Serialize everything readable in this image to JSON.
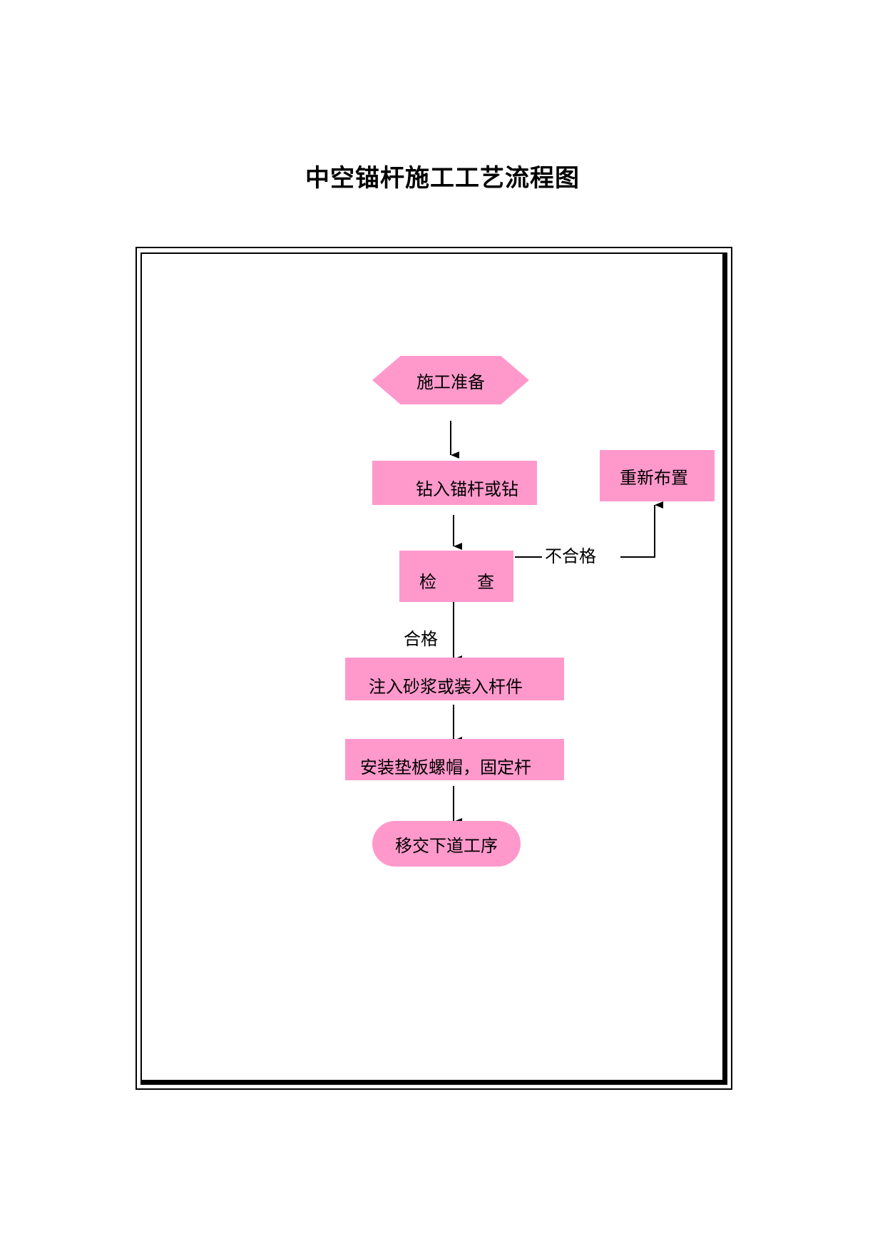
{
  "title": "中空锚杆施工工艺流程图",
  "nodes": {
    "prepare": "施工准备",
    "drill": "钻入锚杆或钻",
    "inspect_a": "检",
    "inspect_b": "查",
    "rearrange": "重新布置",
    "grout": "注入砂浆或装入杆件",
    "install": "安装垫板螺帽，固定杆",
    "handover": "移交下道工序"
  },
  "labels": {
    "fail": "不合格",
    "pass": "合格"
  },
  "colors": {
    "node_fill": "#ff99cc",
    "line": "#000000"
  }
}
